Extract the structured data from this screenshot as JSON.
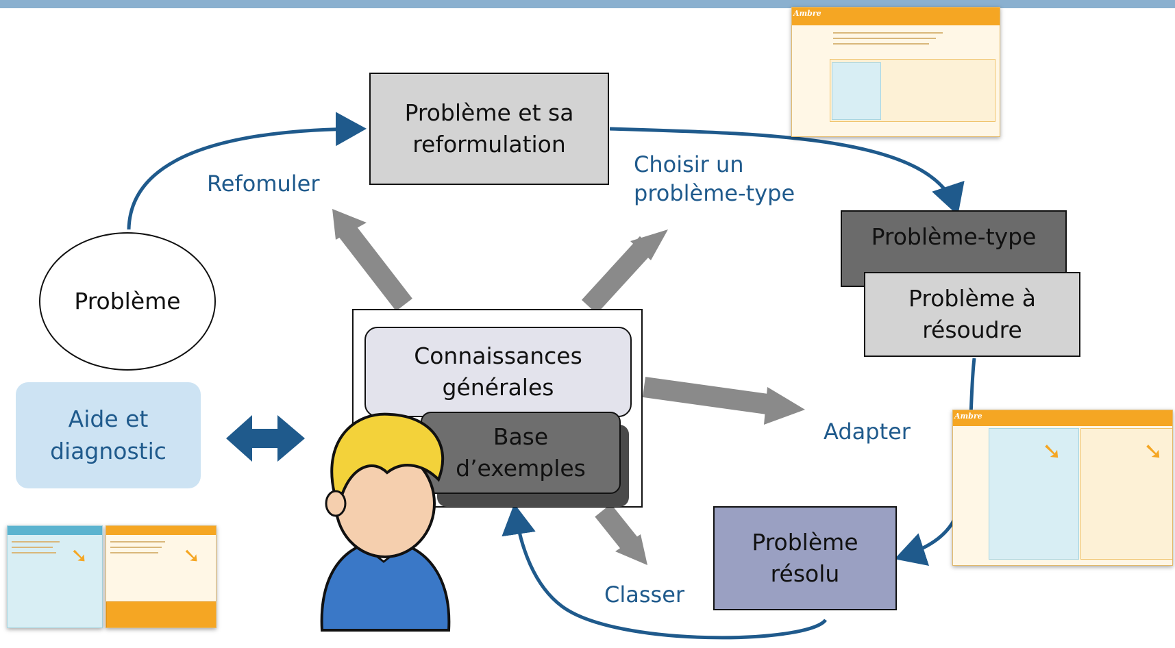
{
  "nodes": {
    "probleme": "Problème",
    "reformulation_l1": "Problème et sa",
    "reformulation_l2": "reformulation",
    "type": "Problème-type",
    "resoudre_l1": "Problème à",
    "resoudre_l2": "résoudre",
    "resolu_l1": "Problème",
    "resolu_l2": "résolu",
    "connaissances_l1": "Connaissances",
    "connaissances_l2": "générales",
    "exemples_l1": "Base",
    "exemples_l2": "d’exemples",
    "aide_l1": "Aide et",
    "aide_l2": "diagnostic"
  },
  "edges": {
    "reformuler": "Refomuler",
    "choisir_l1": "Choisir un",
    "choisir_l2": "problème-type",
    "adapter": "Adapter",
    "classer": "Classer"
  },
  "screenshots": {
    "logo": "Ambre"
  },
  "colors": {
    "edge_blue": "#1f5a8c",
    "box_light": "#d3d3d3",
    "box_dark": "#6b6b6b",
    "box_resolu": "#9aa0c2",
    "aide_bg": "#cde3f3",
    "connaissances_bg": "#e3e3ec",
    "exemples_bg": "#6e6e6e",
    "gray_arrow": "#8a8a8a"
  },
  "icons": {
    "learner": "student-avatar-icon",
    "double_arrow": "double-arrow-icon"
  }
}
